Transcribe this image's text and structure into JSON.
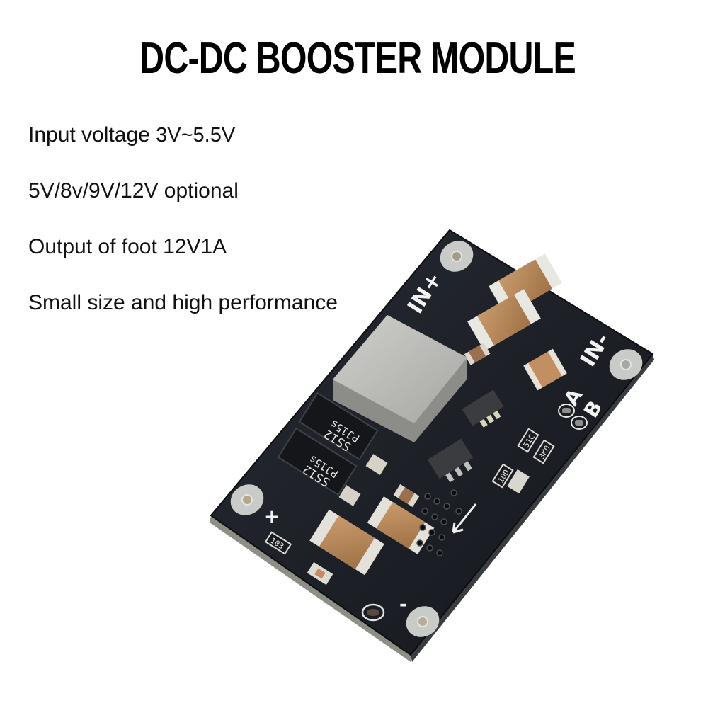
{
  "title": "DC-DC BOOSTER MODULE",
  "specs": [
    {
      "label": "Input voltage",
      "value": "3V~5.5V"
    },
    {
      "label": "5V/8v/9V/12V optional",
      "value": ""
    },
    {
      "label": "Output of foot 12V1A",
      "value": ""
    },
    {
      "label": "Small size and high performance",
      "value": ""
    }
  ],
  "board": {
    "silkscreen": {
      "in_plus": "IN+",
      "in_minus": "IN-",
      "a": "A",
      "b": "B",
      "out_plus": "+",
      "out_minus": "-"
    },
    "diodes": [
      {
        "line1": "SS12",
        "line2": "PJ15s"
      },
      {
        "line1": "SS12",
        "line2": "PJ15s"
      }
    ],
    "resistor_markings": [
      "51C",
      "3K0",
      "10D",
      "103"
    ],
    "colors": {
      "pcb": "#1c1f26",
      "pad": "#c9cbc8",
      "capacitor": "#b7875a",
      "inductor": "#b9b9b6",
      "background": "#ffffff"
    }
  }
}
